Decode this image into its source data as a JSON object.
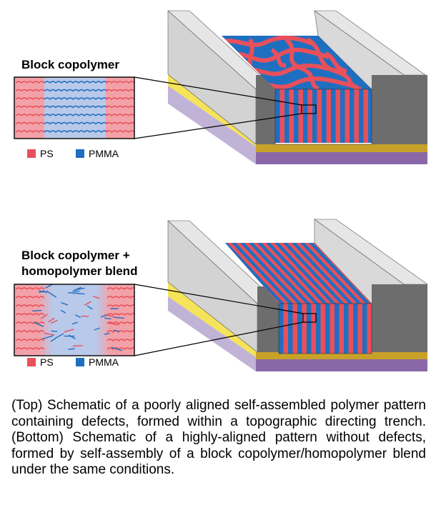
{
  "colors": {
    "ps": "#e8505b",
    "pmma": "#1f6fc1",
    "ps_light": "#f3a1a8",
    "pmma_light": "#b9c9ea",
    "wall_face": "#d9d9d9",
    "wall_dark": "#6d6d6d",
    "gold": "#c8a228",
    "purple": "#8a67a6",
    "yellow": "#f5e35a",
    "lavender": "#c1b3d6"
  },
  "top": {
    "title": "Block copolymer",
    "legend": [
      {
        "label": "PS",
        "color": "#e8505b"
      },
      {
        "label": "PMMA",
        "color": "#1f6fc1"
      }
    ]
  },
  "bottom": {
    "title_line1": "Block copolymer +",
    "title_line2": "homopolymer blend",
    "legend": [
      {
        "label": "PS",
        "color": "#e8505b"
      },
      {
        "label": "PMMA",
        "color": "#1f6fc1"
      }
    ]
  },
  "caption": "(Top) Schematic of a poorly aligned self-assembled polymer pattern containing defects, formed within a topographic directing trench. (Bottom) Schematic of a highly-aligned pattern without defects, formed by self-assembly of a block copolymer/homopolymer blend under the same conditions."
}
